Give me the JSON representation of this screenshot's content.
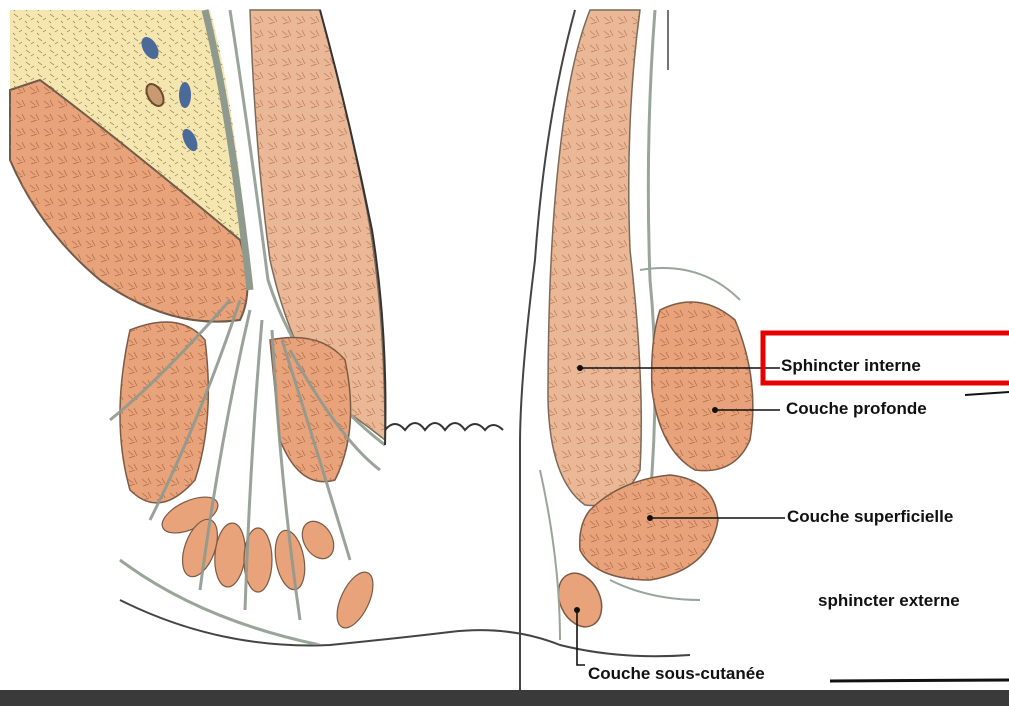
{
  "labels": {
    "sphincter_interne": "Sphincter interne",
    "couche_profonde": "Couche profonde",
    "couche_superficielle": "Couche superficielle",
    "sphincter_externe": "sphincter externe",
    "couche_sous_cutanee": "Couche sous-cutanée"
  },
  "colors": {
    "muscle": "#e8a37b",
    "muscle_light": "#eab896",
    "fat": "#f5e6b0",
    "vessel": "#4b6a9a",
    "highlight_box": "#e60000",
    "line": "#111111",
    "fascia": "#9aa59a"
  }
}
